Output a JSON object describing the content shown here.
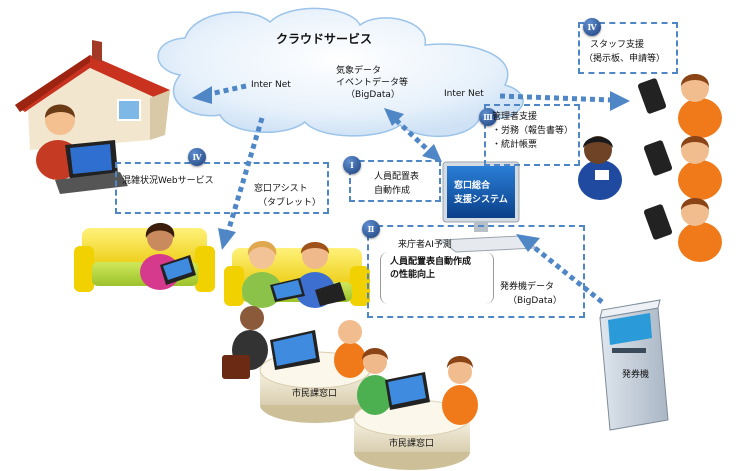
{
  "cloud": {
    "title": "クラウドサービス",
    "left_label": "Inter Net",
    "right_label": "Inter Net",
    "data_label_1": "気象データ",
    "data_label_2": "イベントデータ等",
    "data_label_3": "（BigData）"
  },
  "badges": {
    "i": "Ⅰ",
    "ii": "Ⅱ",
    "iii": "Ⅲ",
    "iv_top": "Ⅳ",
    "iv_left": "Ⅳ"
  },
  "staff_support": {
    "title": "スタッフ支援",
    "detail": "（掲示板、申請等）"
  },
  "manager_support": {
    "title": "管理者支援",
    "item1": "・労務（報告書等）",
    "item2": "・統計帳票"
  },
  "congestion": {
    "label": "混雑状況Webサービス"
  },
  "window_assist": {
    "label": "窓口アシスト",
    "detail": "（タブレット）"
  },
  "staffing": {
    "line1": "人員配置表",
    "line2": "自動作成"
  },
  "system": {
    "line1": "窓口総合",
    "line2": "支援システム"
  },
  "ai": {
    "title": "来庁者AI予測",
    "line1": "人員配置表自動作成",
    "line2": "の性能向上",
    "ticket_data": "発券機データ",
    "ticket_bigdata": "（BigData）"
  },
  "counters": {
    "counter1": "市民課窓口",
    "counter2": "市民課窓口"
  },
  "ticket_machine": {
    "label": "発券機"
  },
  "colors": {
    "arrow": "#4f86c6",
    "box_border": "#4f86c6",
    "badge": "#1d3f7a",
    "cloud_light": "#eef5fc",
    "cloud_edge": "#7fb0e0"
  }
}
